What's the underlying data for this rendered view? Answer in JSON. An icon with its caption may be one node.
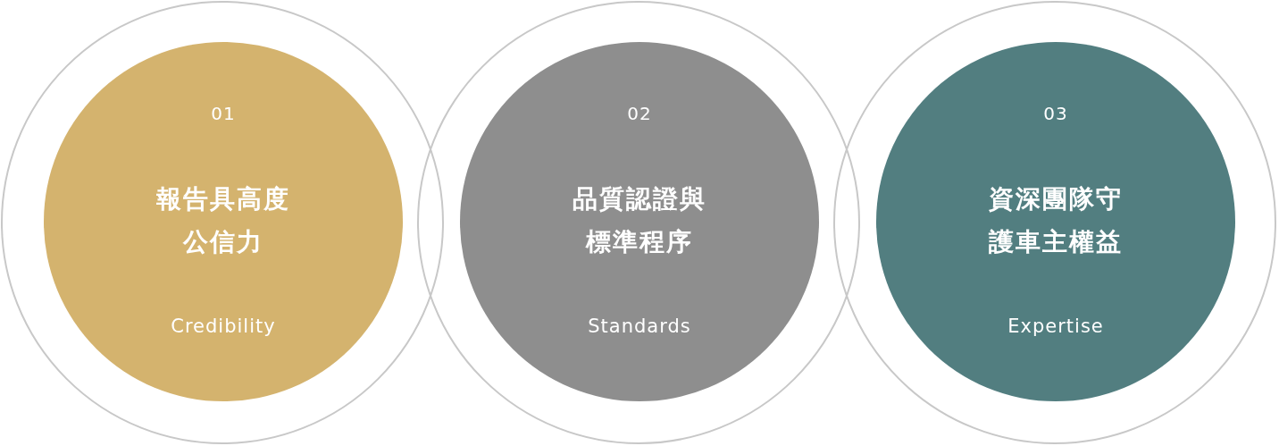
{
  "diagram": {
    "nodes": [
      {
        "text": [],
        "shape": "circle"
      },
      {
        "text": [
          "01",
          "報告具高度公信力",
          "Credibility"
        ],
        "in": 0
      },
      {
        "text": [],
        "shape": "circle"
      },
      {
        "text": [
          "02",
          "品質認證與標準程序",
          "Standards"
        ],
        "in": 2
      },
      {
        "text": [],
        "shape": "circle"
      },
      {
        "text": [
          "03",
          "資深團隊守護車主權益",
          "Expertise"
        ],
        "in": 4
      }
    ]
  }
}
